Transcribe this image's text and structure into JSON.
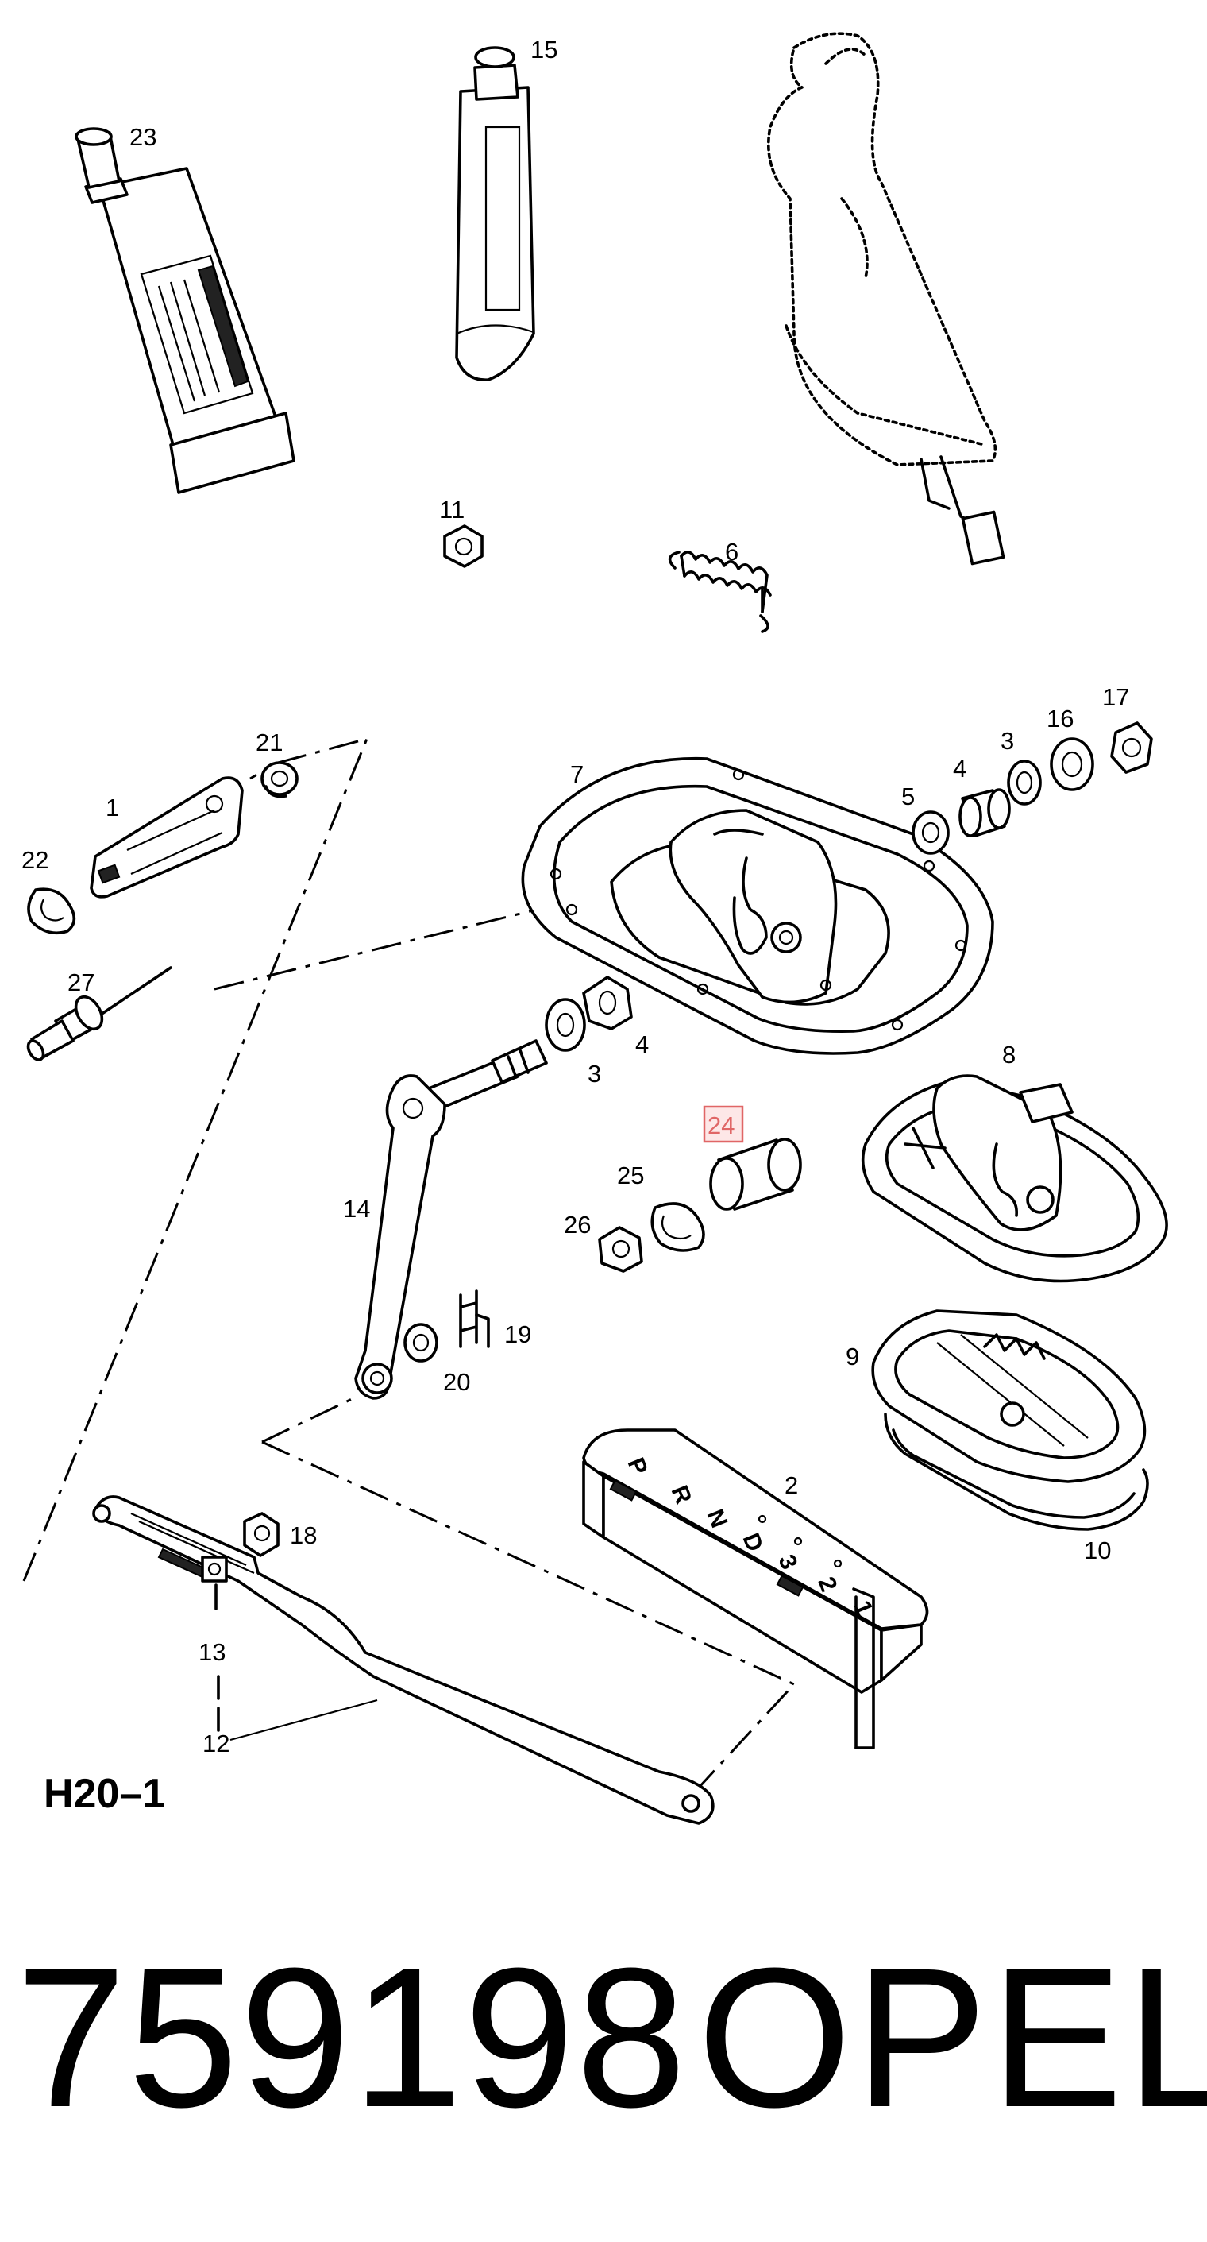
{
  "diagram": {
    "sheet_id": "H20–1",
    "part_number": "759198",
    "brand": "OPEL",
    "highlighted_callout": "24",
    "callouts": {
      "c1": "1",
      "c2": "2",
      "c3a": "3",
      "c3b": "3",
      "c4a": "4",
      "c4b": "4",
      "c5": "5",
      "c6": "6",
      "c7": "7",
      "c8": "8",
      "c9": "9",
      "c10": "10",
      "c11": "11",
      "c12": "12",
      "c13": "13",
      "c14": "14",
      "c15": "15",
      "c16": "16",
      "c17": "17",
      "c18": "18",
      "c19": "19",
      "c20": "20",
      "c21": "21",
      "c22": "22",
      "c23": "23",
      "c24": "24",
      "c25": "25",
      "c26": "26",
      "c27": "27"
    },
    "selector_letters": [
      "P",
      "R",
      "N",
      "D",
      "3",
      "2",
      "1"
    ],
    "highlight_color": "#e06666"
  }
}
